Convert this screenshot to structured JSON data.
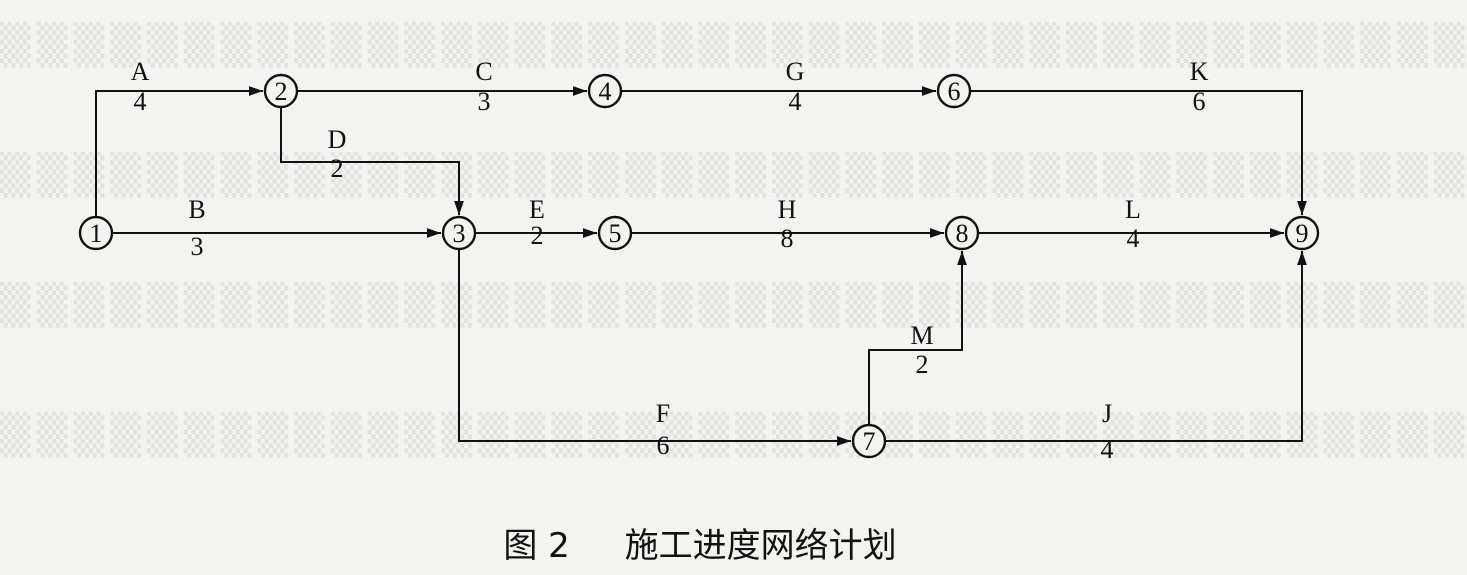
{
  "diagram": {
    "nodes": [
      {
        "id": "1",
        "label": "1"
      },
      {
        "id": "2",
        "label": "2"
      },
      {
        "id": "3",
        "label": "3"
      },
      {
        "id": "4",
        "label": "4"
      },
      {
        "id": "5",
        "label": "5"
      },
      {
        "id": "6",
        "label": "6"
      },
      {
        "id": "7",
        "label": "7"
      },
      {
        "id": "8",
        "label": "8"
      },
      {
        "id": "9",
        "label": "9"
      }
    ],
    "activities": [
      {
        "from": "1",
        "to": "2",
        "name": "A",
        "duration": "4"
      },
      {
        "from": "1",
        "to": "3",
        "name": "B",
        "duration": "3"
      },
      {
        "from": "2",
        "to": "4",
        "name": "C",
        "duration": "3"
      },
      {
        "from": "2",
        "to": "3",
        "name": "D",
        "duration": "2"
      },
      {
        "from": "3",
        "to": "5",
        "name": "E",
        "duration": "2"
      },
      {
        "from": "3",
        "to": "7",
        "name": "F",
        "duration": "6"
      },
      {
        "from": "4",
        "to": "6",
        "name": "G",
        "duration": "4"
      },
      {
        "from": "5",
        "to": "8",
        "name": "H",
        "duration": "8"
      },
      {
        "from": "7",
        "to": "9",
        "name": "J",
        "duration": "4"
      },
      {
        "from": "6",
        "to": "9",
        "name": "K",
        "duration": "6"
      },
      {
        "from": "8",
        "to": "9",
        "name": "L",
        "duration": "4"
      },
      {
        "from": "7",
        "to": "8",
        "name": "M",
        "duration": "2"
      }
    ]
  },
  "caption": {
    "figure_number": "图 2",
    "title": "施工进度网络计划"
  },
  "colors": {
    "ink": "#111111",
    "background": "#f3f3f1",
    "bleed_text": "#e2e2df"
  }
}
